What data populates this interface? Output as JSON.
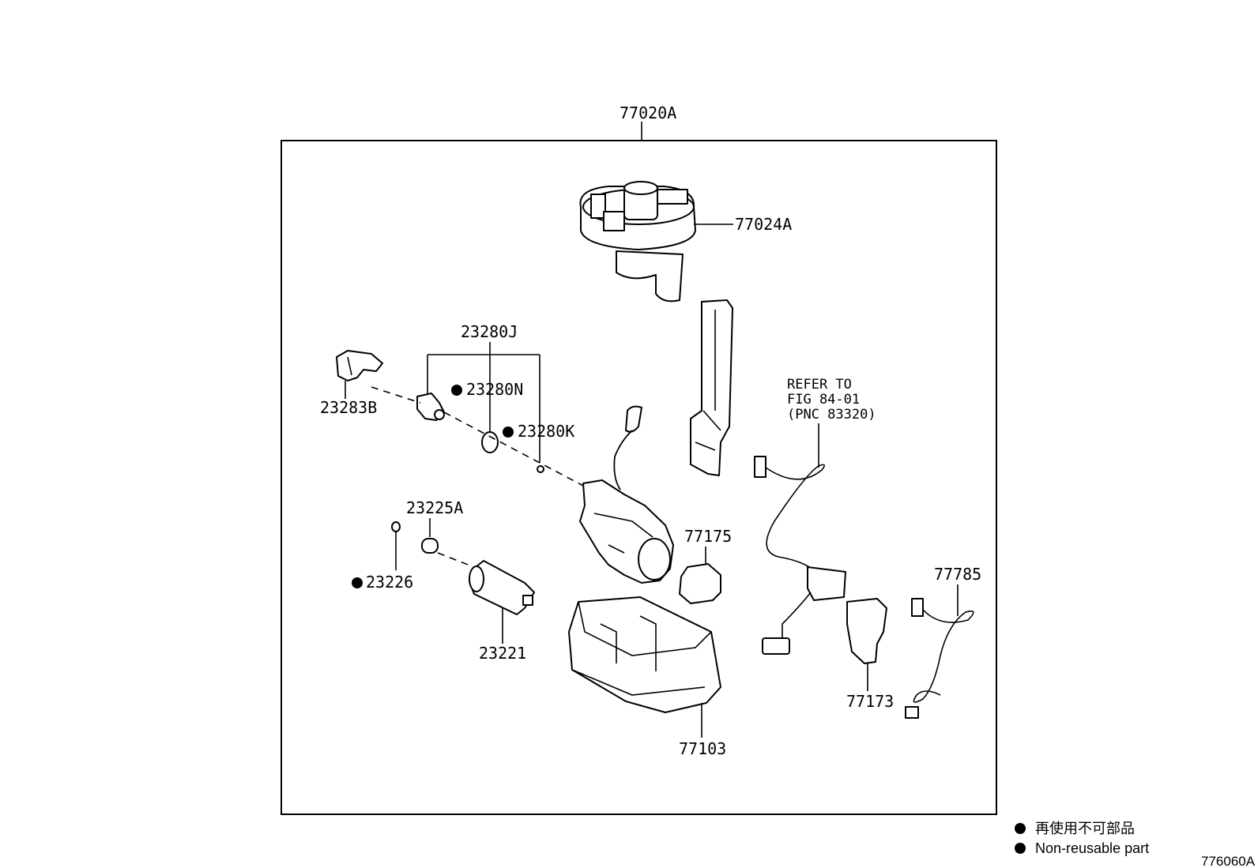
{
  "assembly": {
    "label": "77020A"
  },
  "parts": {
    "p77024A": "77024A",
    "p23280J": "23280J",
    "p23280N": "23280N",
    "p23280K": "23280K",
    "p23283B": "23283B",
    "p23225A": "23225A",
    "p23226": "23226",
    "p23221": "23221",
    "p77175": "77175",
    "p77103": "77103",
    "p77173": "77173",
    "p77785": "77785"
  },
  "refer_note": {
    "line1": "REFER TO",
    "line2": "FIG 84-01",
    "line3": "(PNC 83320)"
  },
  "legend": {
    "ja": "再使用不可部品",
    "en": "Non-reusable part"
  },
  "figure_code": "776060A"
}
